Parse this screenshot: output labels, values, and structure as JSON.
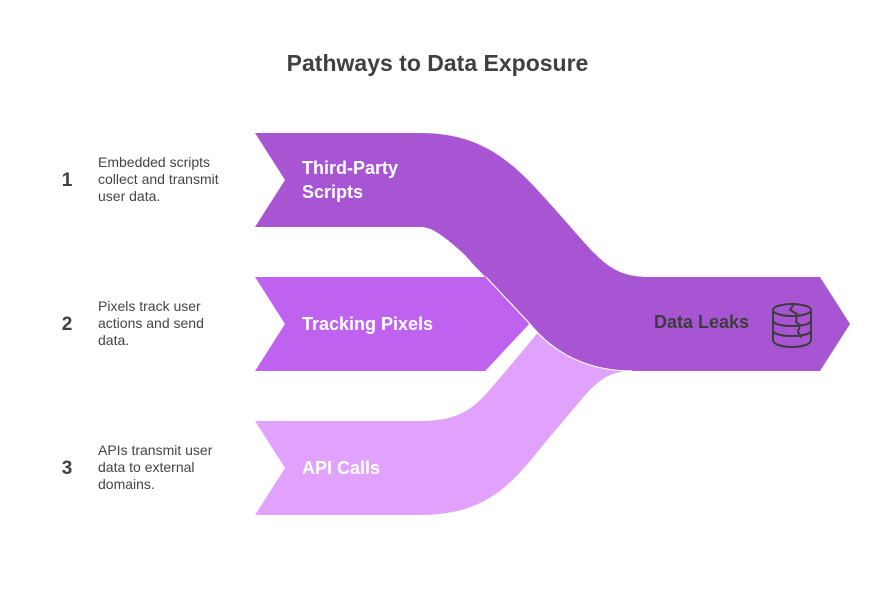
{
  "title": "Pathways to Data Exposure",
  "colors": {
    "scripts": "#A855D4",
    "pixels": "#C062F0",
    "api": "#E0A2FC",
    "output": "#A855D4",
    "text_dark": "#404040"
  },
  "inputs": [
    {
      "number": "1",
      "label_lines": [
        "Third-Party",
        "Scripts"
      ],
      "description_lines": [
        "Embedded scripts",
        "collect and transmit",
        "user data."
      ]
    },
    {
      "number": "2",
      "label_lines": [
        "Tracking Pixels"
      ],
      "description_lines": [
        "Pixels track user",
        "actions and send",
        "data."
      ]
    },
    {
      "number": "3",
      "label_lines": [
        "API Calls"
      ],
      "description_lines": [
        "APIs transmit user",
        "data to external",
        "domains."
      ]
    }
  ],
  "output": {
    "label": "Data Leaks",
    "icon": "cracked-database-icon"
  }
}
